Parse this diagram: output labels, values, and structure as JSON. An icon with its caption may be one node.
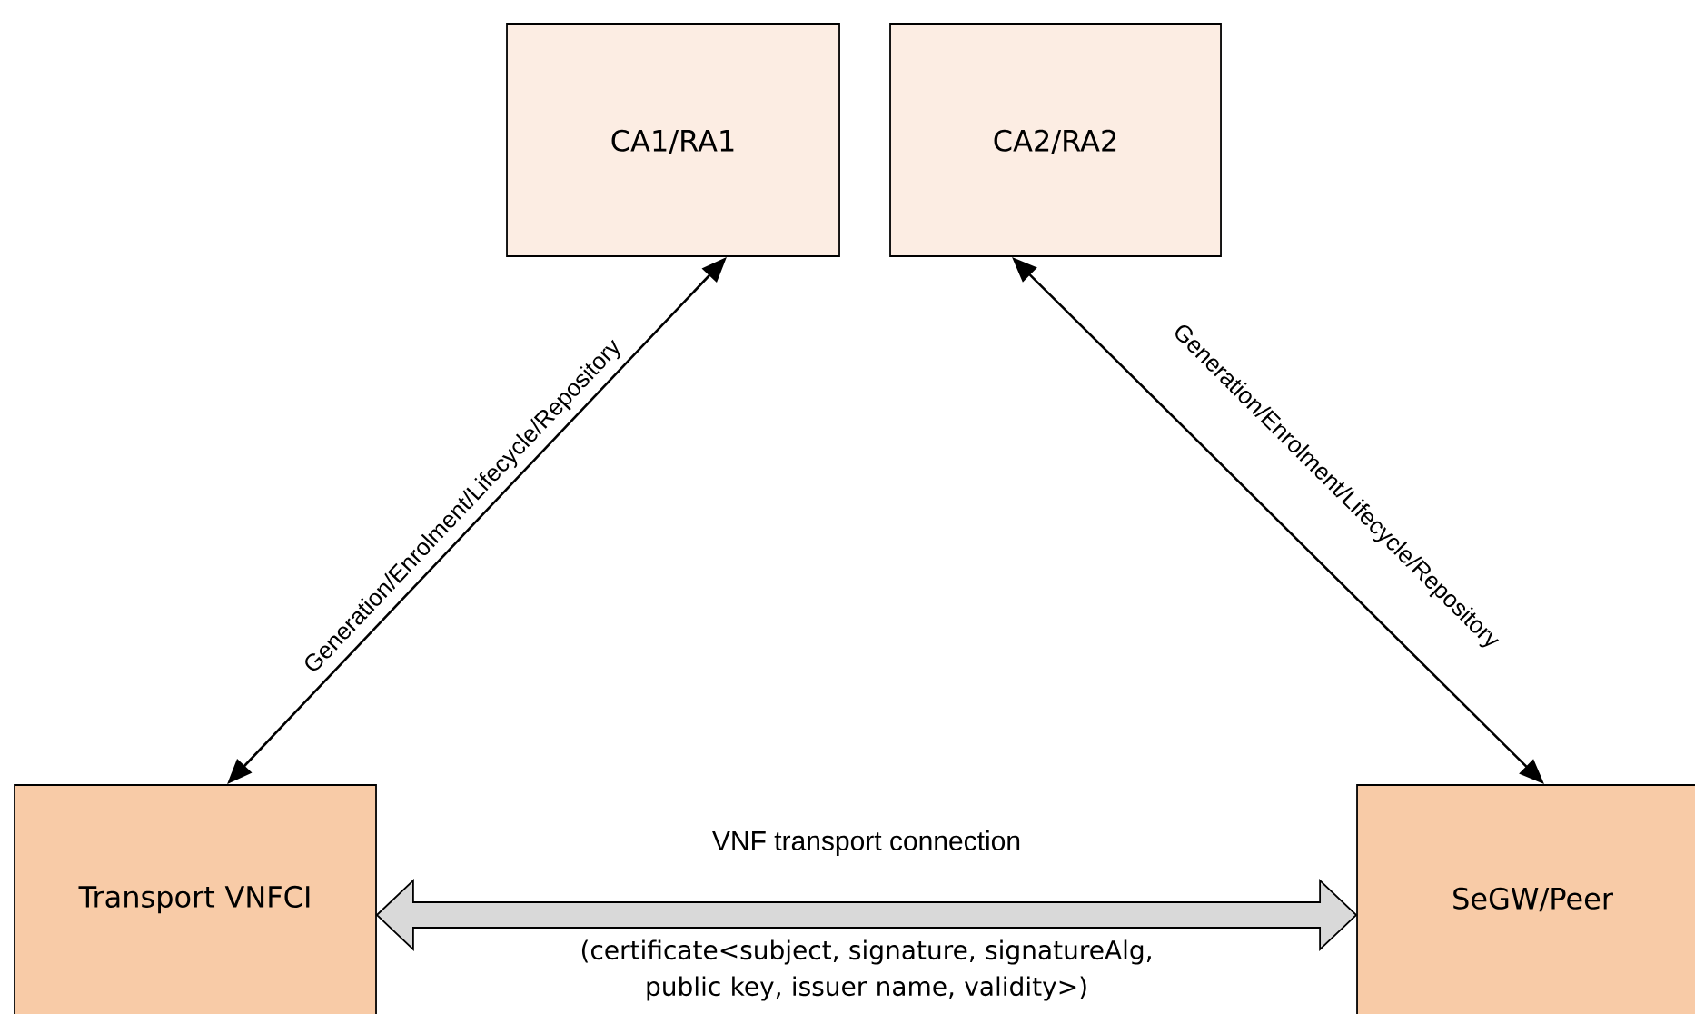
{
  "diagram": {
    "nodes": [
      {
        "text": [
          "CA1/RA1"
        ]
      },
      {
        "text": [
          "CA2/RA2"
        ]
      },
      {
        "text": [
          "Transport VNFCI"
        ]
      },
      {
        "text": [
          "SeGW/Peer"
        ]
      }
    ],
    "edges": [
      {
        "from": 2,
        "to": 0,
        "arrow": "both",
        "label": "Generation/Enrolment/Lifecycle/Repository"
      },
      {
        "from": 1,
        "to": 3,
        "arrow": "both",
        "label": "Generation/Enrolment/Lifecycle/Repository"
      },
      {
        "from": 2,
        "to": 3,
        "arrow": "both",
        "label": "VNF transport connection",
        "style": "thick",
        "color": "#d9d9d9"
      }
    ],
    "labels": [
      "(certificate<subject, signature, signatureAlg, public key, issuer name, validity>)"
    ]
  }
}
